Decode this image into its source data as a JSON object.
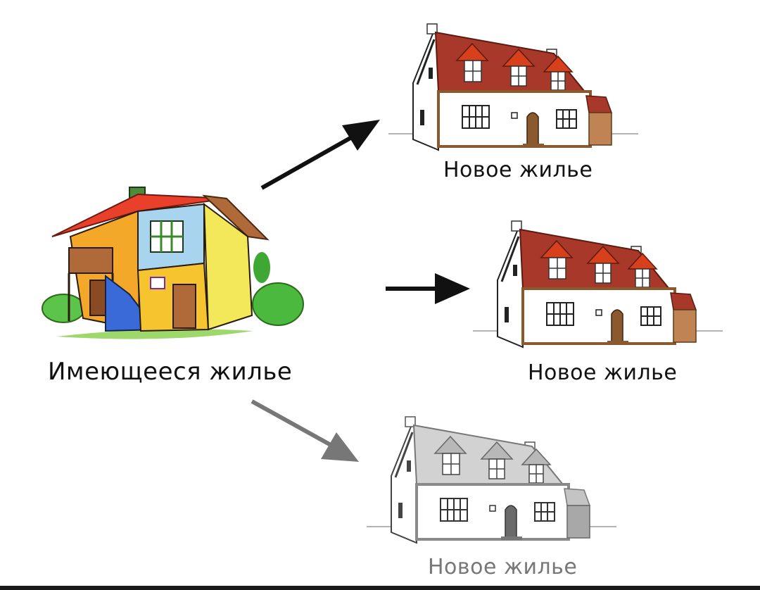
{
  "existing_housing": {
    "label": "Имеющееся жилье",
    "icon": "cartoon-house-icon"
  },
  "new_housing": [
    {
      "label": "Новое жилье",
      "icon": "colored-house-icon",
      "tone": "color",
      "arrow_color": "#111111"
    },
    {
      "label": "Новое жилье",
      "icon": "colored-house-icon",
      "tone": "color",
      "arrow_color": "#111111"
    },
    {
      "label": "Новое жилье",
      "icon": "gray-house-icon",
      "tone": "gray",
      "arrow_color": "#777777"
    }
  ],
  "colors": {
    "roof_red": "#a8382a",
    "dormer_red": "#d8401c",
    "wall": "#ffffff",
    "trim_brown": "#8a5a2e",
    "gray_roof": "#c9c9c9",
    "gray_trim": "#8a8a8a",
    "label_dark": "#111111",
    "label_gray": "#777777"
  }
}
